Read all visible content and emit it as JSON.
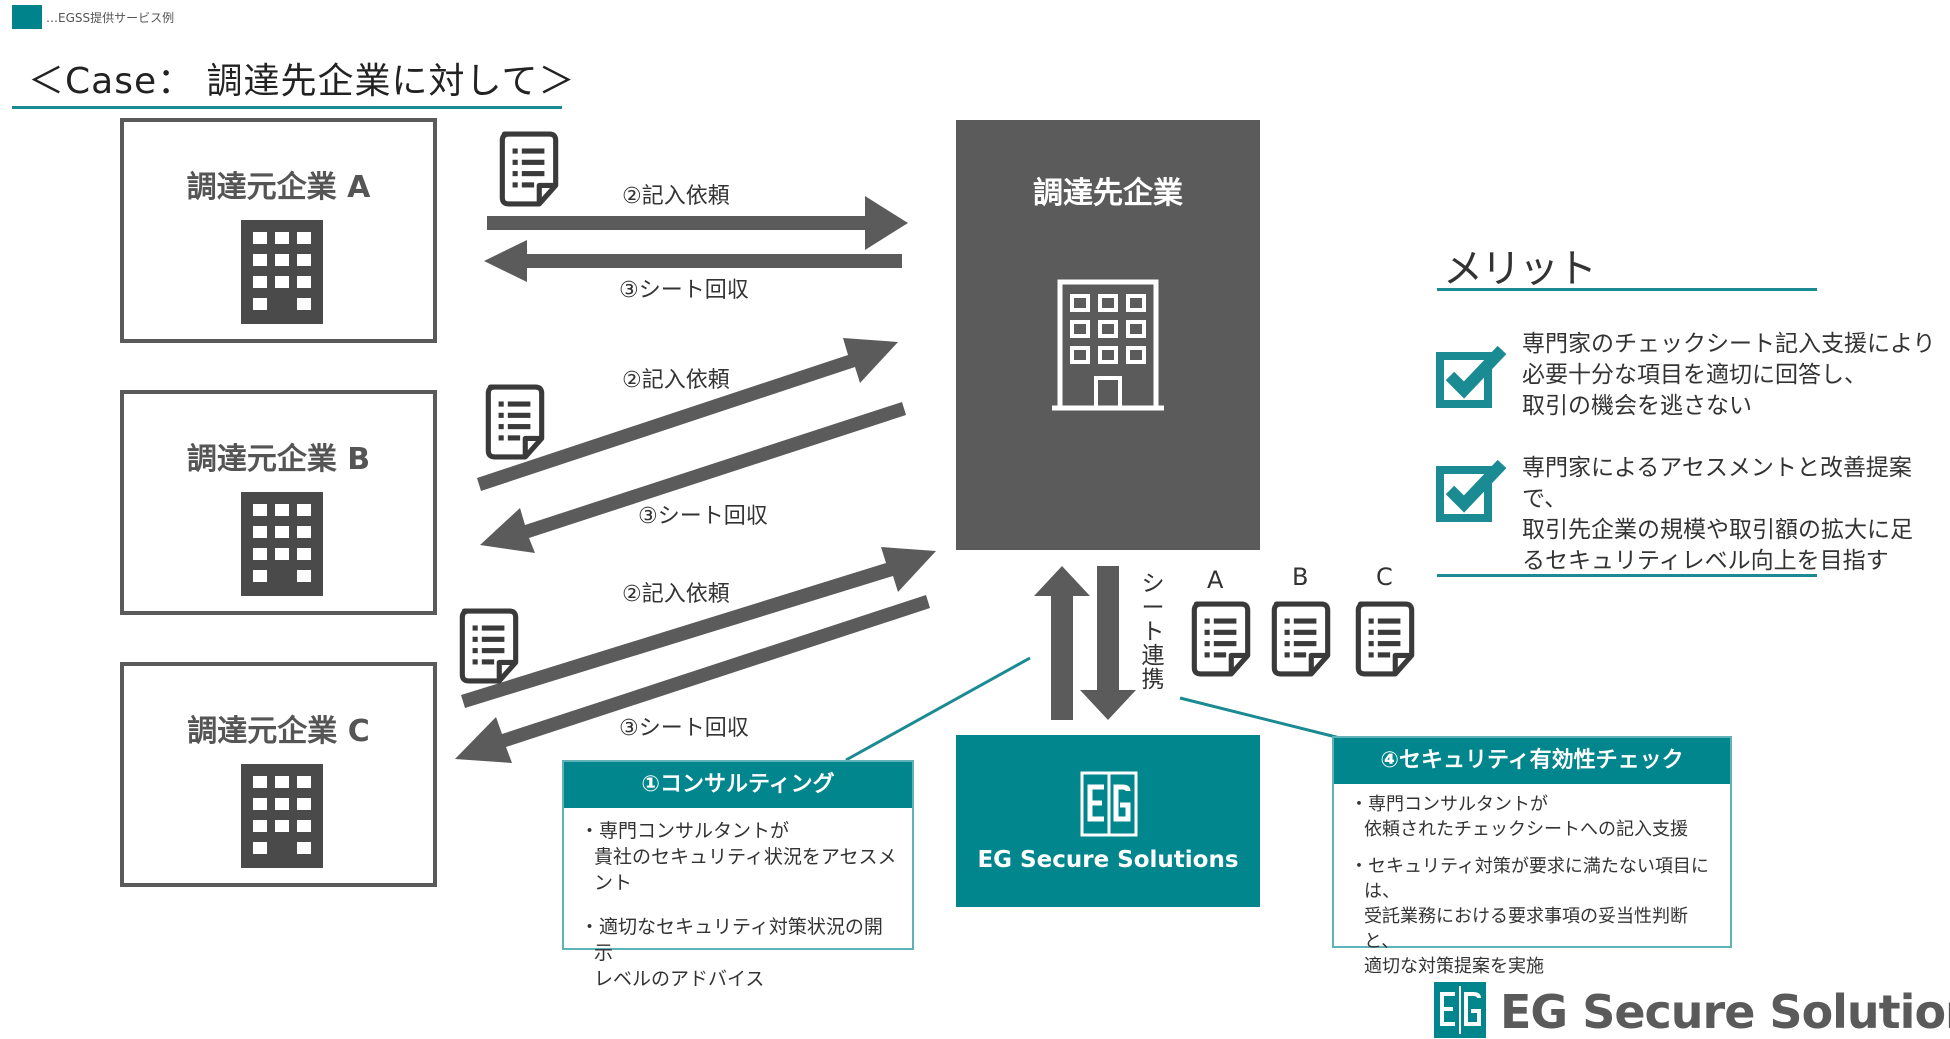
{
  "legend": {
    "text": "…EGSS提供サービス例",
    "color": "#00838a"
  },
  "case_title": "＜Case： 調達先企業に対して＞",
  "clients": [
    {
      "label": "調達元企業 A"
    },
    {
      "label": "調達元企業 B"
    },
    {
      "label": "調達元企業 C"
    }
  ],
  "supplier": {
    "label": "調達先企業"
  },
  "arrows": [
    {
      "request": "②記入依頼",
      "collect": "③シート回収"
    },
    {
      "request": "②記入依頼",
      "collect": "③シート回収"
    },
    {
      "request": "②記入依頼",
      "collect": "③シート回収"
    }
  ],
  "sheet_sync": {
    "label": "シート連携"
  },
  "sheets": [
    "A",
    "B",
    "C"
  ],
  "egss": {
    "name": "EG Secure Solutions",
    "color": "#00868c"
  },
  "consulting": {
    "title": "①コンサルティング",
    "items": [
      "・専門コンサルタントが\n貴社のセキュリティ状況をアセスメント",
      "・適切なセキュリティ対策状況の開示\nレベルのアドバイス"
    ]
  },
  "security_check": {
    "title": "④セキュリティ有効性チェック",
    "items": [
      "・専門コンサルタントが\n依頼されたチェックシートへの記入支援",
      "・セキュリティ対策が要求に満たない項目には、\n受託業務における要求事項の妥当性判断と、\n適切な対策提案を実施"
    ]
  },
  "merit": {
    "title": "メリット",
    "items": [
      "専門家のチェックシート記入支援により\n必要十分な項目を適切に回答し、\n取引の機会を逃さない",
      "専門家によるアセスメントと改善提案で、\n取引先企業の規模や取引額の拡大に足\nるセキュリティレベル向上を目指す"
    ]
  },
  "footer": {
    "name": "EG Secure Solutions"
  }
}
